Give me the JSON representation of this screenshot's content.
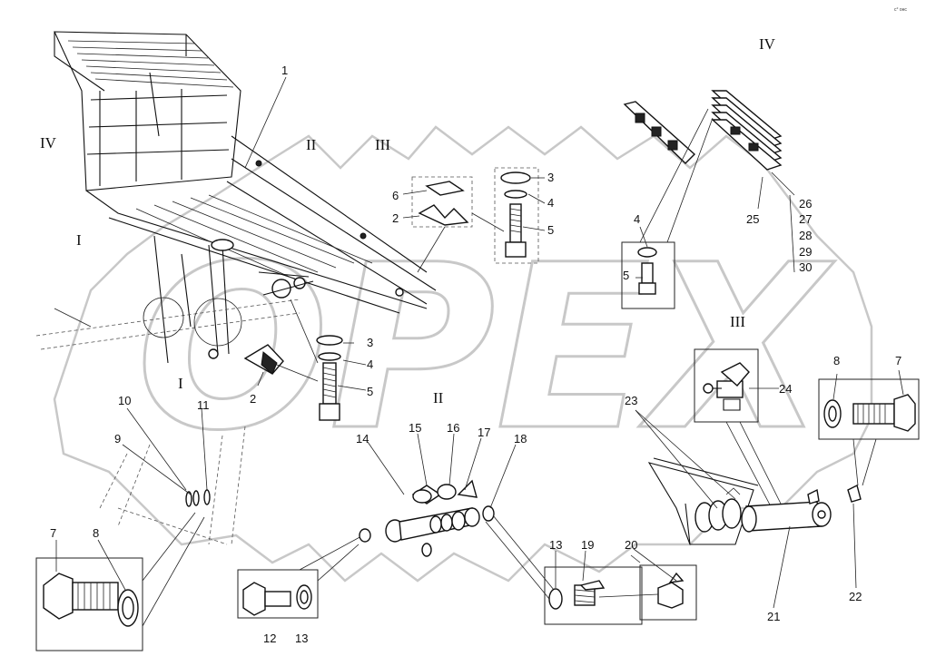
{
  "watermark": {
    "text": "OPEX"
  },
  "corner_mark": "с° онс",
  "section_labels": [
    {
      "id": "iv-left",
      "text": "IV"
    },
    {
      "id": "iv-right",
      "text": "IV"
    },
    {
      "id": "ii-top",
      "text": "II"
    },
    {
      "id": "iii-top",
      "text": "III"
    },
    {
      "id": "i-left",
      "text": "I"
    },
    {
      "id": "i-bottom",
      "text": "I"
    },
    {
      "id": "iii-right",
      "text": "III"
    },
    {
      "id": "ii-bottom",
      "text": "II"
    }
  ],
  "part_numbers": {
    "n1": "1",
    "n2a": "2",
    "n2b": "2",
    "n2c": "2",
    "n3a": "3",
    "n3b": "3",
    "n4a": "4",
    "n4b": "4",
    "n4c": "4",
    "n5a": "5",
    "n5b": "5",
    "n5c": "5",
    "n6": "6",
    "n7a": "7",
    "n7b": "7",
    "n8a": "8",
    "n8b": "8",
    "n9": "9",
    "n10": "10",
    "n11": "11",
    "n12": "12",
    "n13a": "13",
    "n13b": "13",
    "n14": "14",
    "n15": "15",
    "n16": "16",
    "n17": "17",
    "n18": "18",
    "n19": "19",
    "n20": "20",
    "n21": "21",
    "n22": "22",
    "n23": "23",
    "n24": "24",
    "n25": "25",
    "n26": "26",
    "n27": "27",
    "n28": "28",
    "n29": "29",
    "n30": "30"
  }
}
